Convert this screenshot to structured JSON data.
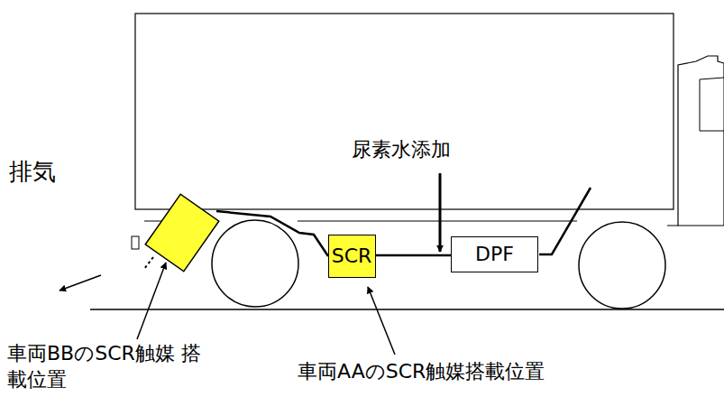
{
  "diagram": {
    "nodes": [
      {
        "text": [
          "SCR"
        ]
      },
      {
        "text": [
          "DPF"
        ]
      }
    ],
    "edges": [
      {
        "from": 0,
        "to": 1,
        "arrow": "none"
      }
    ],
    "labels": [
      "排気",
      "尿素水添加",
      "車両BBのSCR触媒 搭載位置",
      "車両AAのSCR触媒搭載位置"
    ]
  }
}
